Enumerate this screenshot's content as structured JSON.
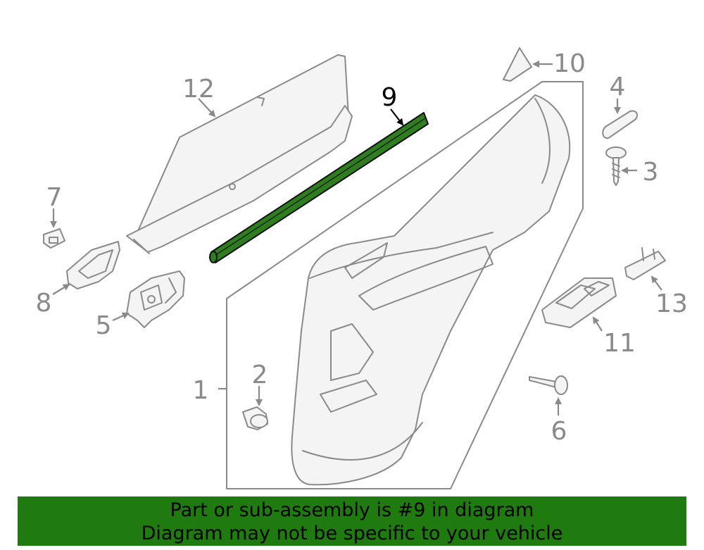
{
  "diagram": {
    "callouts": [
      "1",
      "2",
      "3",
      "4",
      "5",
      "6",
      "7",
      "8",
      "9",
      "10",
      "11",
      "12",
      "13"
    ],
    "highlighted_part": "9",
    "colors": {
      "highlight": "#2e7d1e",
      "banner": "#1f7a10",
      "line": "#8a8a8a",
      "part_fill": "#f4f4f4"
    }
  },
  "banner": {
    "line1": "Part or sub-assembly is #9 in diagram",
    "line2": "Diagram may not be specific to your vehicle"
  }
}
